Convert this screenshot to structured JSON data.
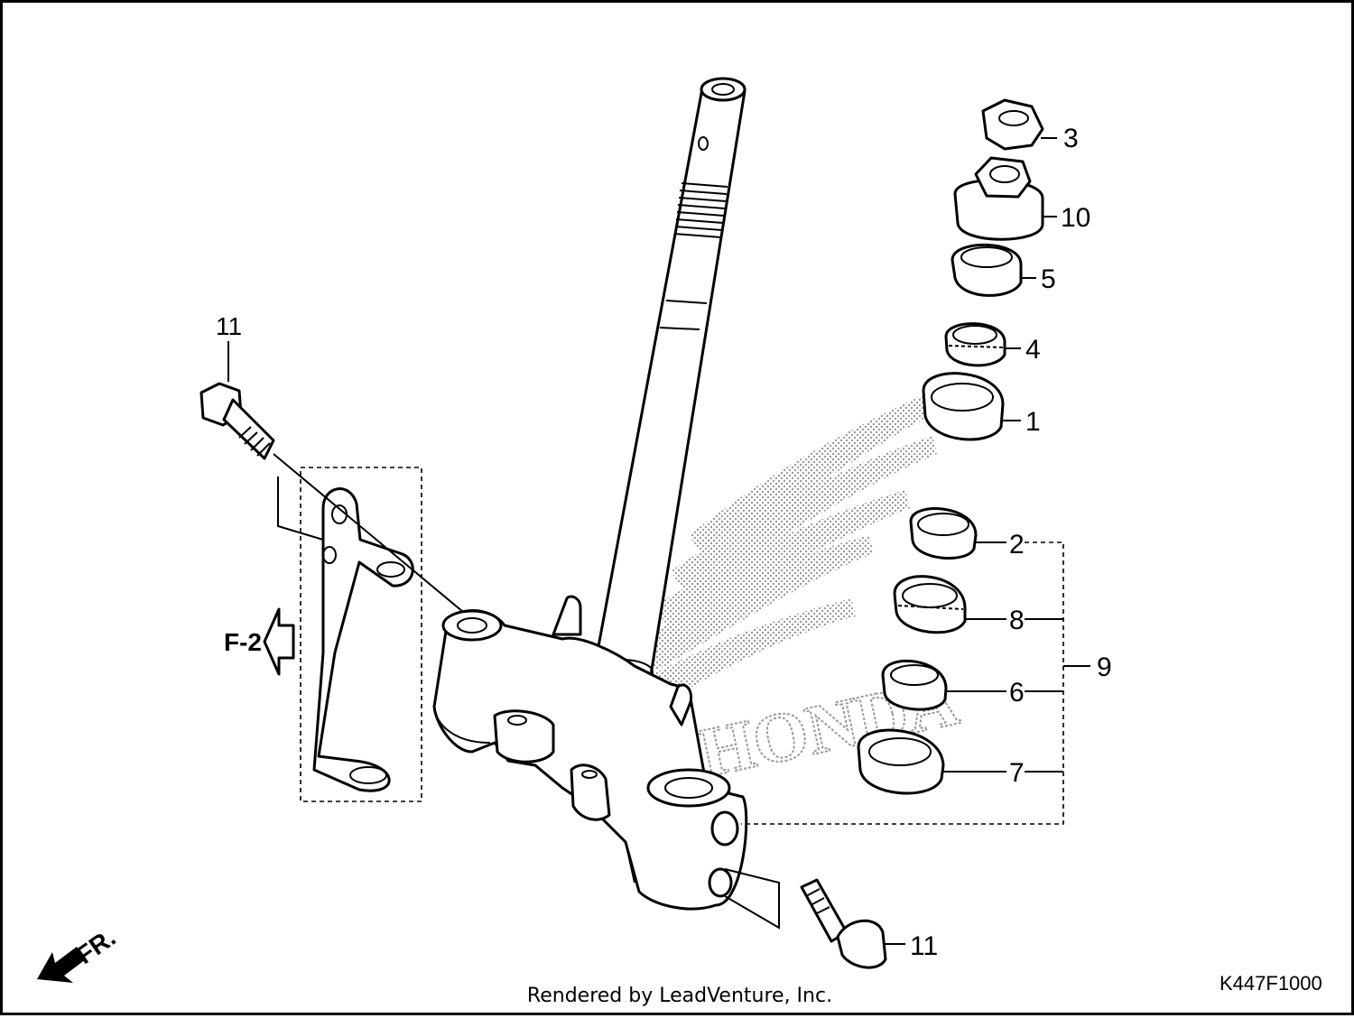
{
  "callouts": {
    "c11_top": "11",
    "c3": "3",
    "c10": "10",
    "c5": "5",
    "c4": "4",
    "c1": "1",
    "c2": "2",
    "c8": "8",
    "c6": "6",
    "c7": "7",
    "c9": "9",
    "c11_bottom": "11"
  },
  "reference_arrow": "F-2",
  "front_arrow": "FR.",
  "diagram_code": "K447F1000",
  "credit": "Rendered by LeadVenture, Inc.",
  "colors": {
    "line": "#000000",
    "background": "#ffffff",
    "watermark": "#9a9a9a"
  }
}
